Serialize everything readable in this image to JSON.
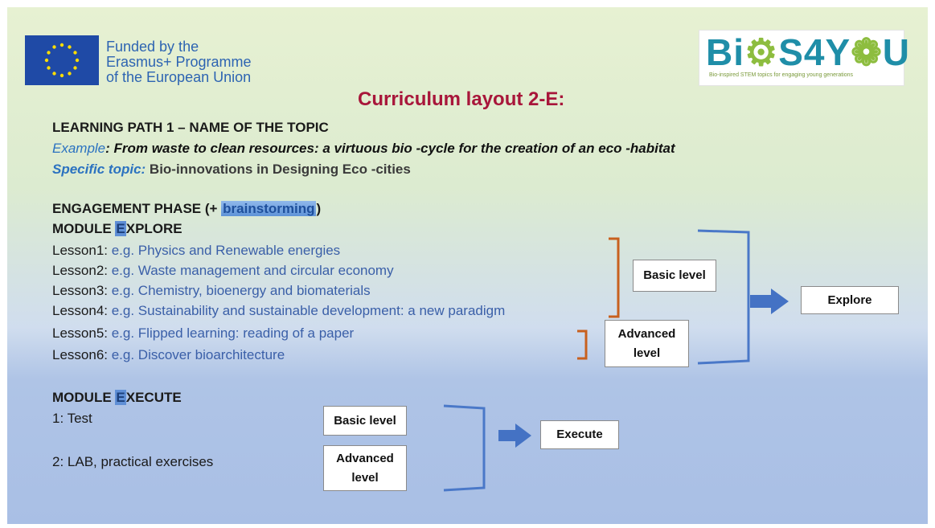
{
  "header": {
    "funding_lines": [
      "Funded by the",
      "Erasmus+ Programme",
      "of the European Union"
    ],
    "logo_text_a": "Bi",
    "logo_text_b": "S4Y",
    "logo_text_c": "U",
    "logo_tagline": "Bio-inspired STEM topics for engaging young generations",
    "title": "Curriculum layout 2-E:"
  },
  "learning_path": {
    "heading": "LEARNING PATH 1  – NAME OF THE TOPIC",
    "example_label": "Example",
    "example_text": ": From waste to clean resources: a virtuous bio -cycle for the creation of an eco -habitat",
    "specific_label": "Specific topic:",
    "specific_text": " Bio-innovations in Designing Eco -cities"
  },
  "engagement": {
    "prefix": "ENGAGEMENT PHASE (+ ",
    "highlight": "brainstorming",
    "suffix": ")"
  },
  "module_explore": {
    "prefix": "MODULE ",
    "letter": "E",
    "rest": "XPLORE",
    "lessons": [
      {
        "label": "Lesson1:",
        "text": " e.g. Physics and Renewable energies"
      },
      {
        "label": "Lesson2:",
        "text": " e.g. Waste management and circular economy"
      },
      {
        "label": "Lesson3:",
        "text": " e.g. Chemistry, bioenergy and biomaterials"
      },
      {
        "label": "Lesson4:",
        "text": " e.g. Sustainability and sustainable development: a new paradigm"
      },
      {
        "label": "Lesson5:",
        "text": " e.g. Flipped learning: reading of a paper"
      },
      {
        "label": "Lesson6:",
        "text": " e.g. Discover bioarchitecture"
      }
    ],
    "basic_level": "Basic level",
    "advanced_level_1": "Advanced",
    "advanced_level_2": "level",
    "result": "Explore"
  },
  "module_execute": {
    "prefix": "MODULE ",
    "letter": "E",
    "rest": "XECUTE",
    "items": [
      "1: Test",
      "2: LAB, practical exercises"
    ],
    "basic_level": "Basic level",
    "advanced_level_1": "Advanced",
    "advanced_level_2": "level",
    "result": "Execute"
  },
  "colors": {
    "title": "#a8163a",
    "accent_blue": "#2b72c0",
    "bracket_orange": "#c8601e",
    "bracket_blue": "#4a78c8",
    "arrow_blue": "#4472c4"
  }
}
